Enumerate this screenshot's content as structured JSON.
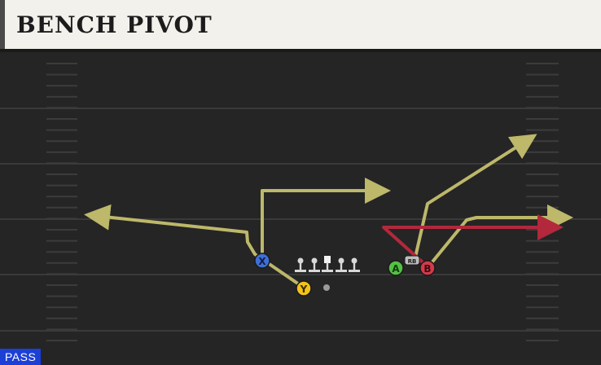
{
  "header": {
    "title": "BENCH PIVOT"
  },
  "play_type": "PASS",
  "colors": {
    "route": "#bdb86a",
    "route_red": "#b3283c",
    "player_x": "#3f6fd6",
    "player_y": "#f2c21b",
    "player_a": "#53c144",
    "player_b": "#d33a4b",
    "lineman": "#d8d8d8",
    "badge": "#1c3fd8"
  },
  "players": [
    {
      "id": "X",
      "label": "X"
    },
    {
      "id": "Y",
      "label": "Y"
    },
    {
      "id": "A",
      "label": "A"
    },
    {
      "id": "B",
      "label": "B"
    },
    {
      "id": "RB",
      "label": "RB"
    }
  ],
  "linemen_count": 5,
  "icons": [
    "lineman-icon",
    "center-icon",
    "quarterback-icon",
    "arrowhead-icon"
  ]
}
